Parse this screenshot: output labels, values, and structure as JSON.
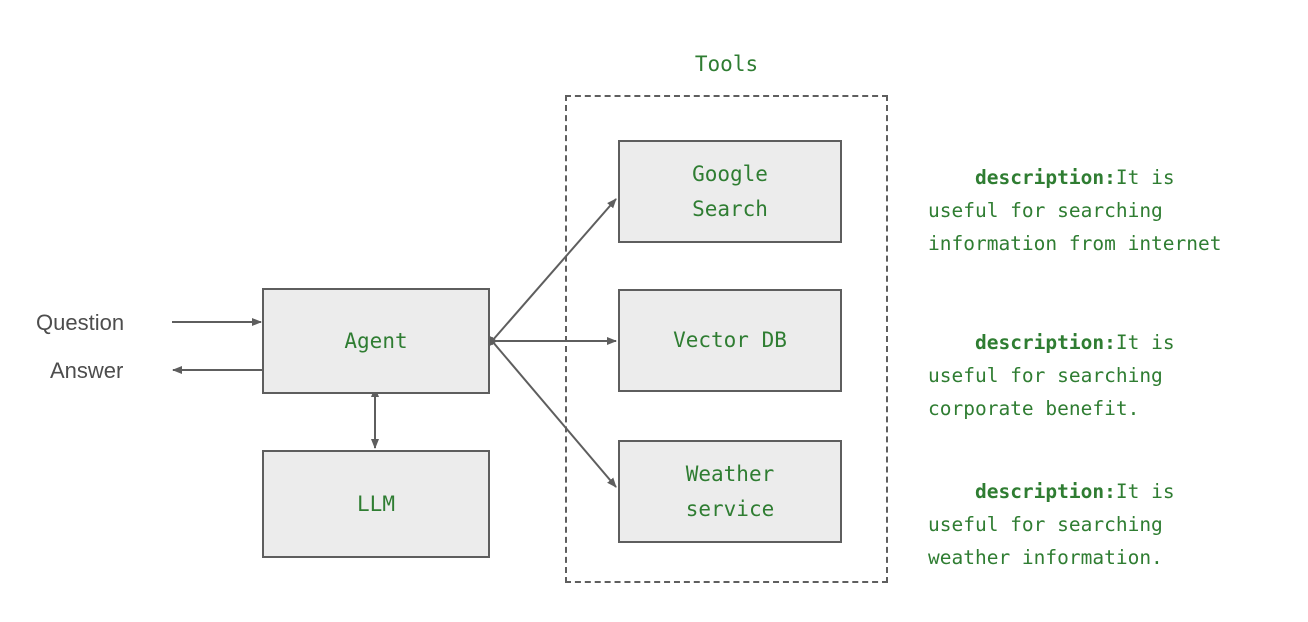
{
  "diagram": {
    "title_tools": "Tools",
    "io": {
      "question": "Question",
      "answer": "Answer"
    },
    "nodes": {
      "agent": "Agent",
      "llm": "LLM",
      "google_search": "Google\nSearch",
      "vector_db": "Vector DB",
      "weather_service": "Weather\nservice"
    },
    "descriptions": [
      {
        "key": "description:",
        "text": "It is useful for searching information from internet"
      },
      {
        "key": "description:",
        "text": "It is useful for searching corporate benefit."
      },
      {
        "key": "description:",
        "text": "It is useful for searching weather information."
      }
    ],
    "colors": {
      "accent_green": "#2f7d32",
      "box_fill": "#ececec",
      "box_stroke": "#5e5e5e",
      "label_gray": "#4d4d4d",
      "background": "#ffffff"
    }
  }
}
